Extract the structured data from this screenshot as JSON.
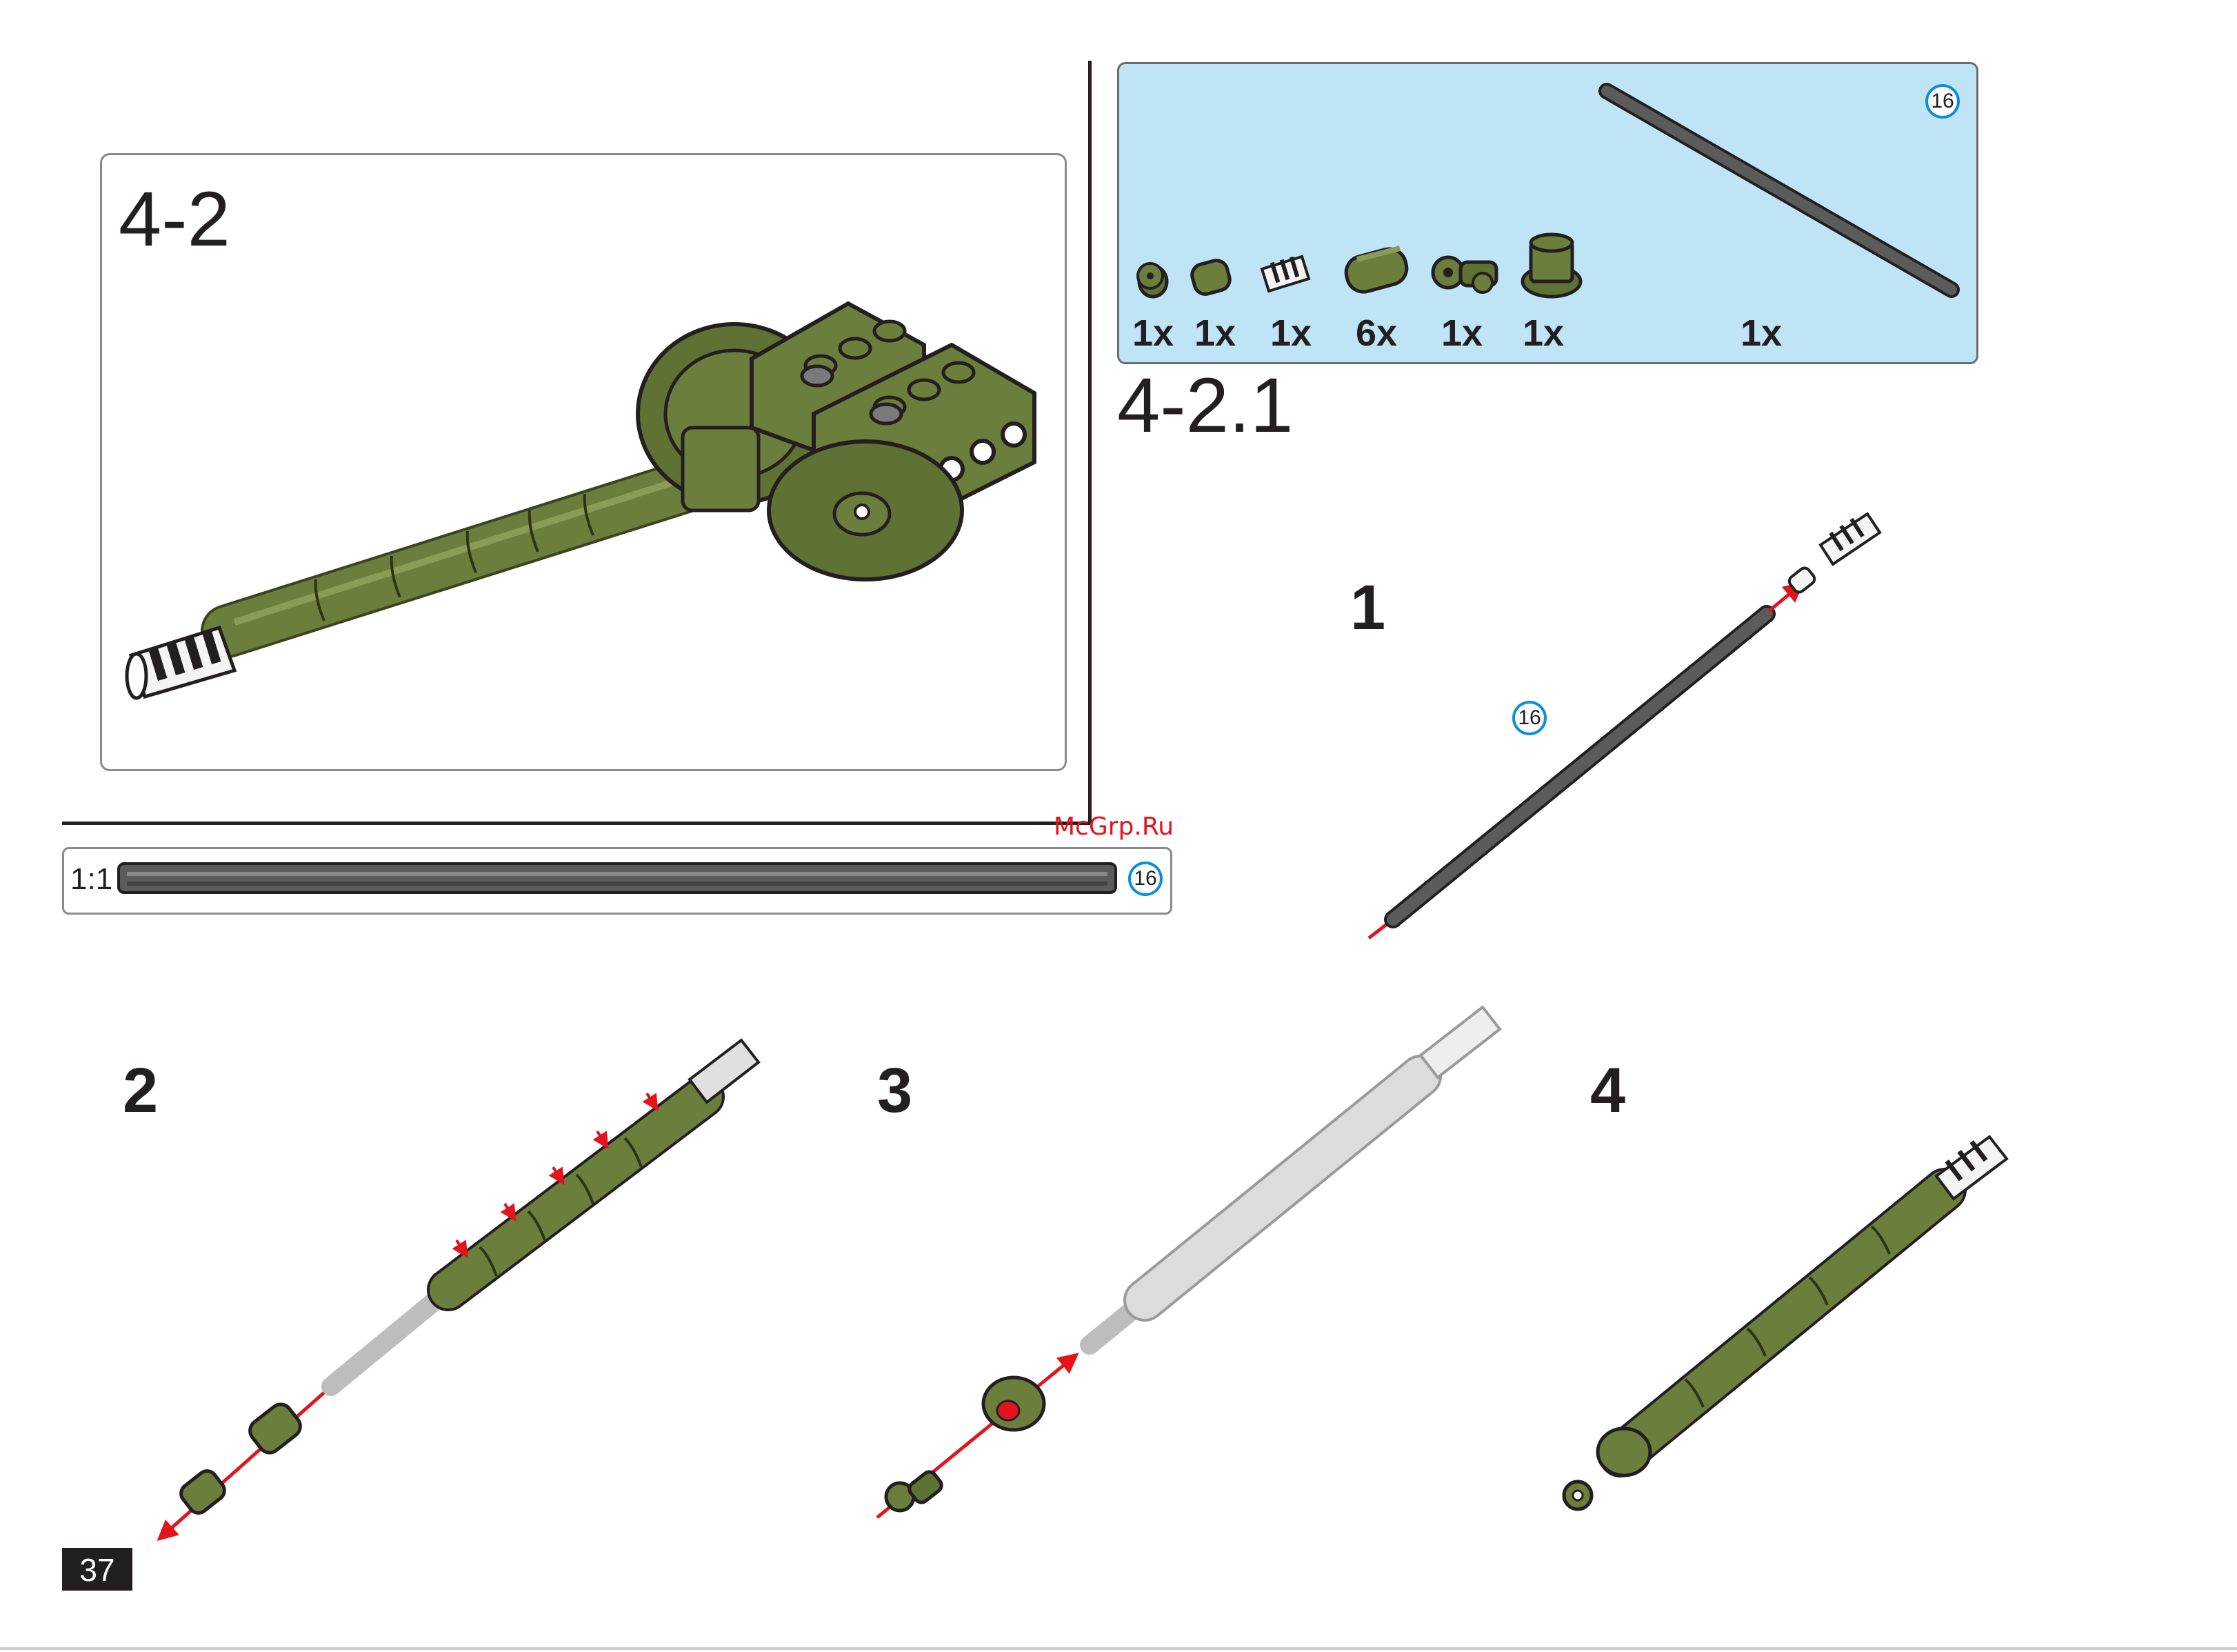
{
  "page": {
    "number": "37",
    "watermark": "McGrp.Ru"
  },
  "assembly": {
    "label": "4-2"
  },
  "substep": {
    "label": "4-2.1"
  },
  "parts_box": {
    "items": [
      {
        "qty": "1x",
        "part": "short-bushing"
      },
      {
        "qty": "1x",
        "part": "long-bushing"
      },
      {
        "qty": "1x",
        "part": "ribbed-connector"
      },
      {
        "qty": "6x",
        "part": "tube-segment"
      },
      {
        "qty": "1x",
        "part": "axle-joint"
      },
      {
        "qty": "1x",
        "part": "hub-cap"
      },
      {
        "qty": "1x",
        "part": "long-axle"
      }
    ],
    "axle_badge": "16"
  },
  "scale_guide": {
    "label": "1:1",
    "badge": "16"
  },
  "steps": [
    {
      "number": "1",
      "badge": "16"
    },
    {
      "number": "2"
    },
    {
      "number": "3"
    },
    {
      "number": "4"
    }
  ],
  "colors": {
    "olive": "#6b7e3b",
    "olive_dark": "#4f5e2a",
    "axle_gray": "#555555",
    "parts_box_bg": "#bfe4f6",
    "arrow_red": "#e3141b",
    "badge_blue": "#0a8fd8"
  }
}
